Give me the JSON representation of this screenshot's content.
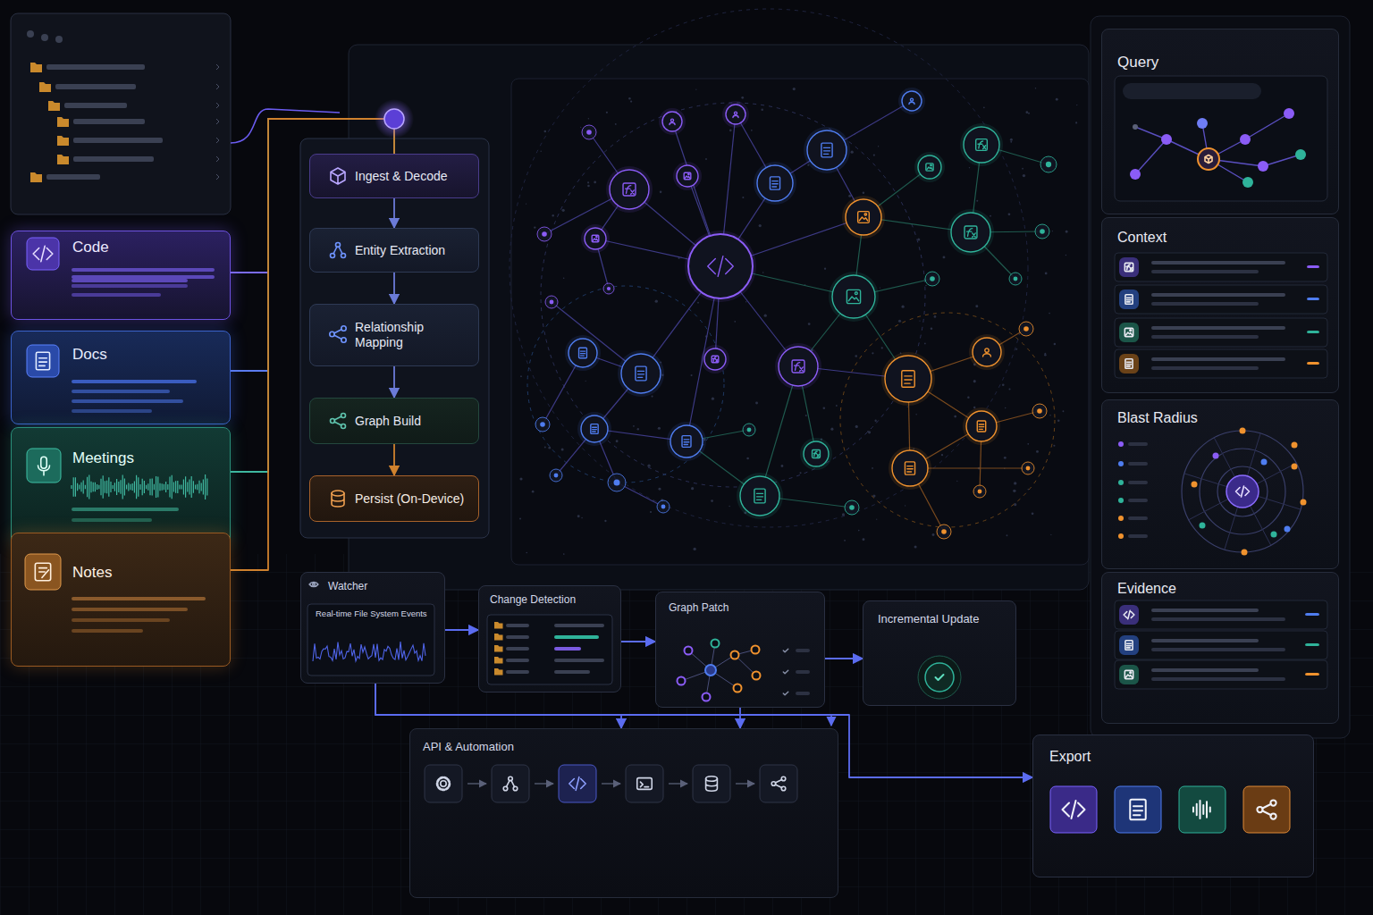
{
  "diagram": {
    "nodes": [
      {
        "text": [
          "Code"
        ]
      },
      {
        "text": [
          "Docs"
        ]
      },
      {
        "text": [
          "Meetings"
        ]
      },
      {
        "text": [
          "Notes"
        ]
      },
      {
        "text": [
          "Ingest & Decode"
        ]
      },
      {
        "text": [
          "Entity Extraction"
        ]
      },
      {
        "text": [
          "Relationship Mapping"
        ]
      },
      {
        "text": [
          "Graph Build"
        ]
      },
      {
        "text": [
          "Persist (On-Device)"
        ]
      },
      {
        "text": [
          "Query"
        ]
      },
      {
        "text": [
          "Context"
        ]
      },
      {
        "text": [
          "Blast Radius"
        ]
      },
      {
        "text": [
          "Evidence"
        ]
      },
      {
        "text": [
          "Watcher",
          "Real-time File System Events"
        ]
      },
      {
        "text": [
          "Change Detection"
        ]
      },
      {
        "text": [
          "Graph Patch"
        ]
      },
      {
        "text": [
          "Incremental Update"
        ]
      },
      {
        "text": [
          "API & Automation"
        ]
      },
      {
        "text": [
          "Export"
        ]
      }
    ],
    "edges": [
      {
        "from": 0,
        "to": 4,
        "arrow": "none"
      },
      {
        "from": 1,
        "to": 4,
        "arrow": "none"
      },
      {
        "from": 2,
        "to": 4,
        "arrow": "none"
      },
      {
        "from": 3,
        "to": 4,
        "arrow": "none"
      },
      {
        "from": 4,
        "to": 5,
        "arrow": "to"
      },
      {
        "from": 5,
        "to": 6,
        "arrow": "to"
      },
      {
        "from": 6,
        "to": 7,
        "arrow": "to"
      },
      {
        "from": 7,
        "to": 8,
        "arrow": "to"
      },
      {
        "from": 13,
        "to": 14,
        "arrow": "to"
      },
      {
        "from": 14,
        "to": 15,
        "arrow": "to"
      },
      {
        "from": 15,
        "to": 16,
        "arrow": "to"
      },
      {
        "from": 13,
        "to": 17,
        "arrow": "to"
      },
      {
        "from": 15,
        "to": 17,
        "arrow": "to"
      },
      {
        "from": 13,
        "to": 18,
        "arrow": "to"
      }
    ]
  }
}
